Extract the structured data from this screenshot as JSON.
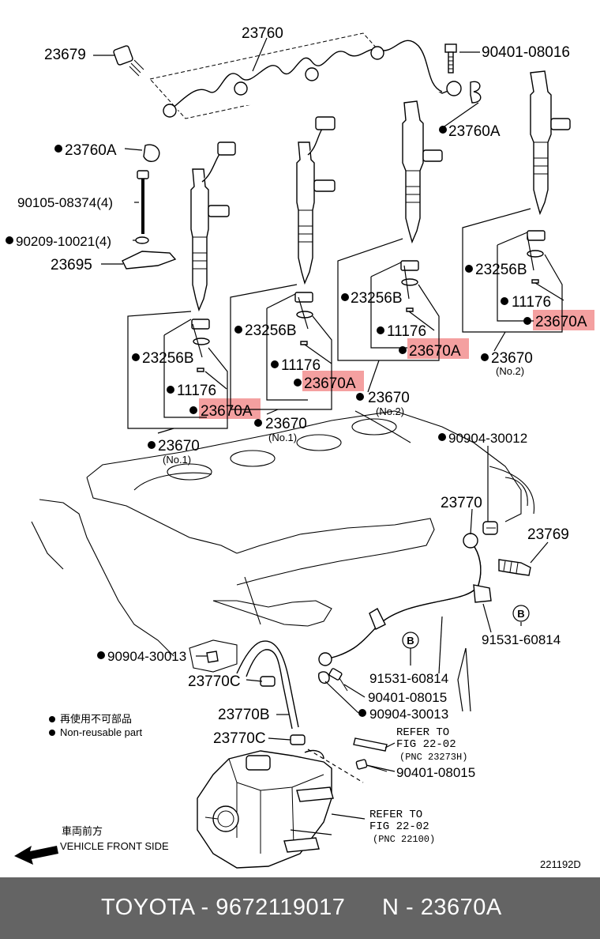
{
  "diagram": {
    "labels": {
      "l_23760": "23760",
      "l_23679": "23679",
      "l_90401_08016": "90401-08016",
      "l_23760A_top": "23760A",
      "l_23760A_left": "23760A",
      "l_90105": "90105-08374(4)",
      "l_90209": "90209-10021(4)",
      "l_23695": "23695",
      "l_23256B_1": "23256B",
      "l_23256B_2": "23256B",
      "l_23256B_3": "23256B",
      "l_23256B_4": "23256B",
      "l_11176_1": "11176",
      "l_11176_2": "11176",
      "l_11176_3": "11176",
      "l_11176_4": "11176",
      "l_23670A_1": "23670A",
      "l_23670A_2": "23670A",
      "l_23670A_3": "23670A",
      "l_23670A_4": "23670A",
      "l_23670_1": "23670",
      "l_23670_2": "23670",
      "l_23670_3": "23670",
      "l_23670_4": "23670",
      "no1_a": "(No.1)",
      "no1_b": "(No.1)",
      "no2_a": "(No.2)",
      "no2_b": "(No.2)",
      "l_90904_30012": "90904-30012",
      "l_23770": "23770",
      "l_23769": "23769",
      "l_91531_right": "91531-60814",
      "l_90904_30013_left": "90904-30013",
      "l_23770C_1": "23770C",
      "l_91531_mid": "91531-60814",
      "l_90401_08015_1": "90401-08015",
      "l_90904_30013_mid": "90904-30013",
      "l_23770B": "23770B",
      "l_23770C_2": "23770C",
      "l_90401_08015_2": "90401-08015",
      "callout_b": "B",
      "callout_b2": "B",
      "refer1_a": "REFER TO",
      "refer1_b": "FIG 22-02",
      "refer1_c": "(PNC 23273H)",
      "refer2_a": "REFER TO",
      "refer2_b": "FIG 22-02",
      "refer2_c": "(PNC 22100)"
    },
    "legend": {
      "jp": "再使用不可部品",
      "en": "Non-reusable part"
    },
    "direction": {
      "jp": "車両前方",
      "en": "VEHICLE FRONT SIDE"
    },
    "diagram_code": "221192D",
    "highlight_color": "#f4a0a0"
  },
  "footer": {
    "brand_part": "TOYOTA - 9672119017",
    "pnc": "N - 23670A"
  }
}
